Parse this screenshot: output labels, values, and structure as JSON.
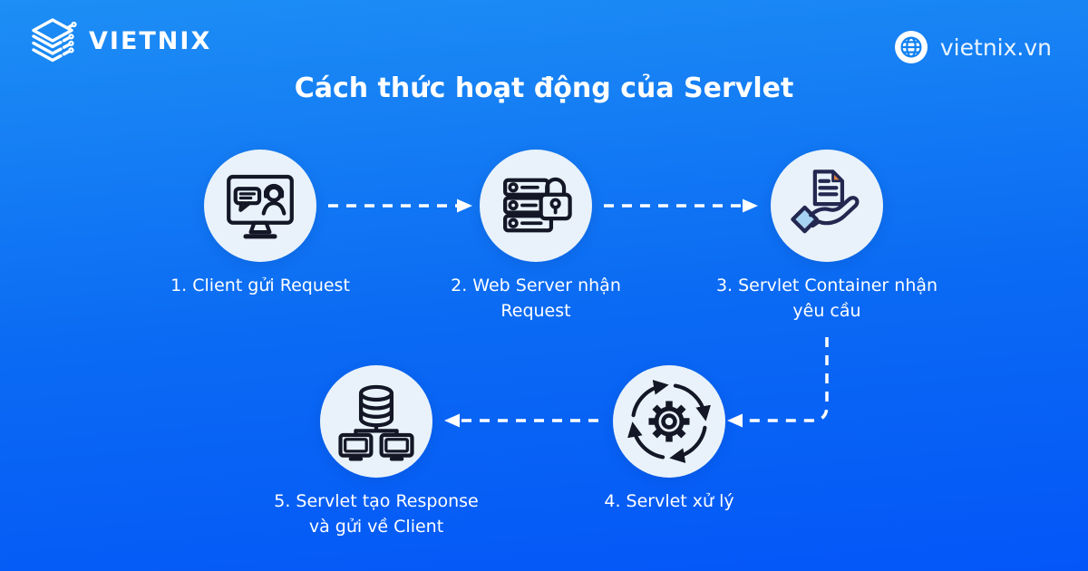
{
  "header": {
    "brand": "VIETNIX",
    "website": "vietnix.vn"
  },
  "title": "Cách thức hoạt động của Servlet",
  "steps": [
    {
      "icon": "client-monitor-support-icon",
      "label_lines": [
        "1. Client gửi Request"
      ]
    },
    {
      "icon": "secure-web-server-icon",
      "label_lines": [
        "2. Web Server nhận",
        "Request"
      ]
    },
    {
      "icon": "hand-holding-document-icon",
      "label_lines": [
        "3. Servlet Container nhận",
        "yêu cầu"
      ]
    },
    {
      "icon": "gear-process-cycle-icon",
      "label_lines": [
        "4. Servlet xử lý"
      ]
    },
    {
      "icon": "database-clients-network-icon",
      "label_lines": [
        "5. Servlet tạo Response",
        "và gửi về Client"
      ]
    }
  ],
  "flow": {
    "arrows": [
      "step1-to-step2",
      "step2-to-step3",
      "step3-down-to-step4",
      "step4-to-step5"
    ],
    "style": "dashed-white"
  },
  "colors": {
    "background_top": "#1d8ef5",
    "background_bottom": "#0456f8",
    "step_circle_bg": "#e9f2fa",
    "icon_stroke_dark": "#131726",
    "icon_stroke_navy": "#232850",
    "accent_light_blue": "#a7d3f2",
    "accent_orange": "#e0833f",
    "arrow_color": "#ffffff",
    "text_color": "#ffffff"
  }
}
